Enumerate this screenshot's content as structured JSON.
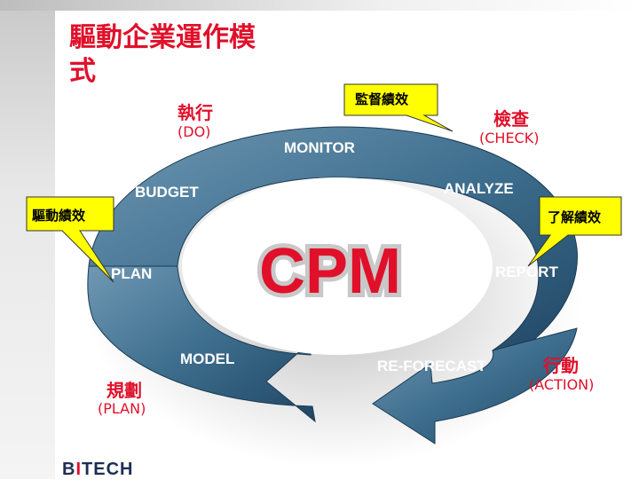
{
  "title": "驅動企業運作模式",
  "title_line1": "驅動企業運作模",
  "title_line2": "式",
  "cycle": {
    "center": "CPM",
    "segments": [
      "MONITOR",
      "ANALYZE",
      "REPORT",
      "RE-FORECAST",
      "MODEL",
      "PLAN",
      "BUDGET"
    ]
  },
  "phases": {
    "do": {
      "zh": "執行",
      "en": "(DO)"
    },
    "check": {
      "zh": "檢查",
      "en": "(CHECK)"
    },
    "plan": {
      "zh": "規劃",
      "en": "(PLAN)"
    },
    "action": {
      "zh": "行動",
      "en": "(ACTION)"
    }
  },
  "callouts": {
    "monitor": "監督績效",
    "drive": "驅動績效",
    "understand": "了解績效"
  },
  "logo": {
    "part1": "B",
    "part2": "I",
    "part3": "TECH"
  },
  "colors": {
    "accent": "#e0102a",
    "ring": "#3d6d8c",
    "callout": "#ffff00"
  }
}
